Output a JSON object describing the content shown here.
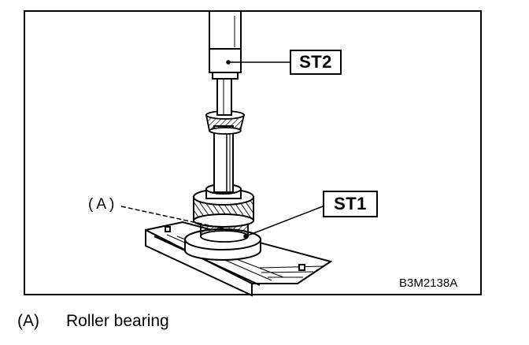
{
  "figure": {
    "callouts": {
      "st2": "ST2",
      "st1": "ST1",
      "a": "(A)"
    },
    "figure_code": "B3M2138A"
  },
  "legend": [
    {
      "key": "(A)",
      "text": "Roller bearing"
    }
  ]
}
